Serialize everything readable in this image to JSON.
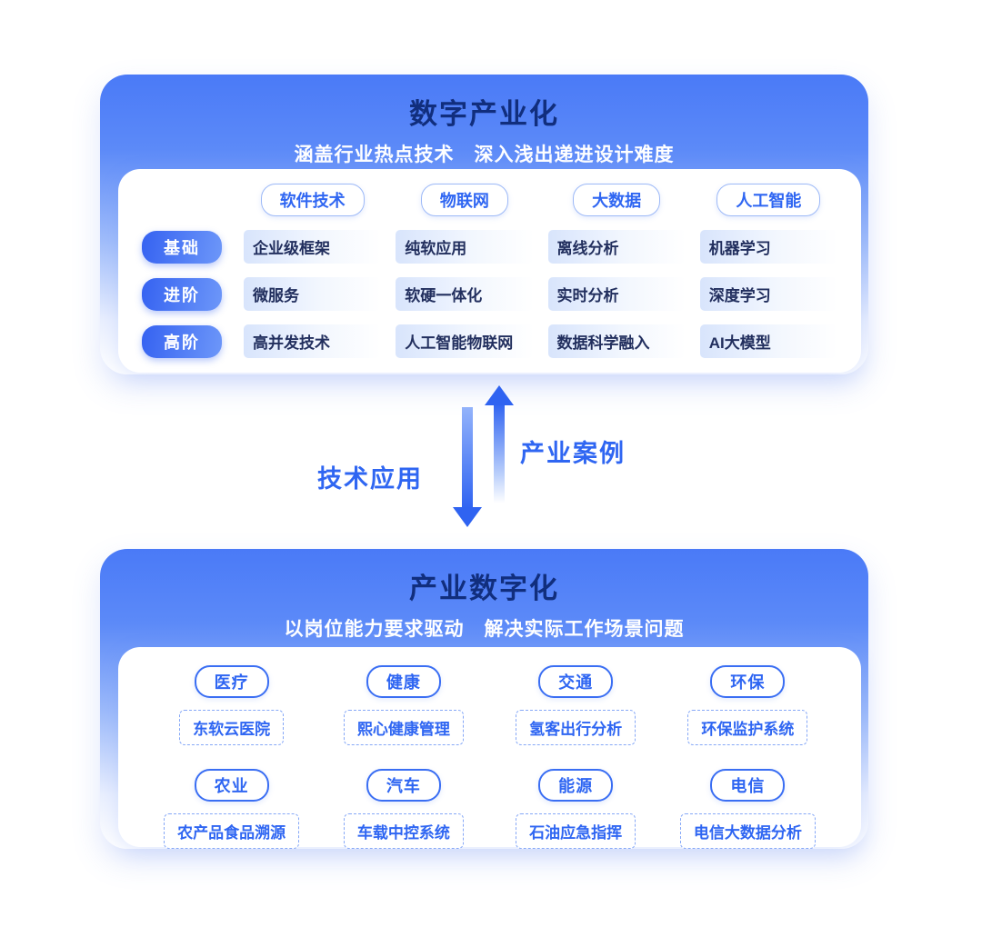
{
  "top_panel": {
    "title": "数字产业化",
    "subtitle": "涵盖行业热点技术　深入浅出递进设计难度",
    "columns": [
      "软件技术",
      "物联网",
      "大数据",
      "人工智能"
    ],
    "rows": [
      {
        "label": "基础",
        "cells": [
          "企业级框架",
          "纯软应用",
          "离线分析",
          "机器学习"
        ]
      },
      {
        "label": "进阶",
        "cells": [
          "微服务",
          "软硬一体化",
          "实时分析",
          "深度学习"
        ]
      },
      {
        "label": "高阶",
        "cells": [
          "高并发技术",
          "人工智能物联网",
          "数据科学融入",
          "AI大模型"
        ]
      }
    ]
  },
  "arrows": {
    "down_label": "技术应用",
    "up_label": "产业案例"
  },
  "bottom_panel": {
    "title": "产业数字化",
    "subtitle": "以岗位能力要求驱动　解决实际工作场景问题",
    "rows": [
      {
        "groups": [
          {
            "category": "医疗",
            "item": "东软云医院"
          },
          {
            "category": "健康",
            "item": "熙心健康管理"
          },
          {
            "category": "交通",
            "item": "氢客出行分析"
          },
          {
            "category": "环保",
            "item": "环保监护系统"
          }
        ]
      },
      {
        "groups": [
          {
            "category": "农业",
            "item": "农产品食品溯源"
          },
          {
            "category": "汽车",
            "item": "车载中控系统"
          },
          {
            "category": "能源",
            "item": "石油应急指挥"
          },
          {
            "category": "电信",
            "item": "电信大数据分析"
          }
        ]
      }
    ]
  },
  "colors": {
    "accent_blue": "#2F66F2",
    "title_navy": "#112E7D",
    "panel_gradient_top": "#4A7AF7"
  }
}
